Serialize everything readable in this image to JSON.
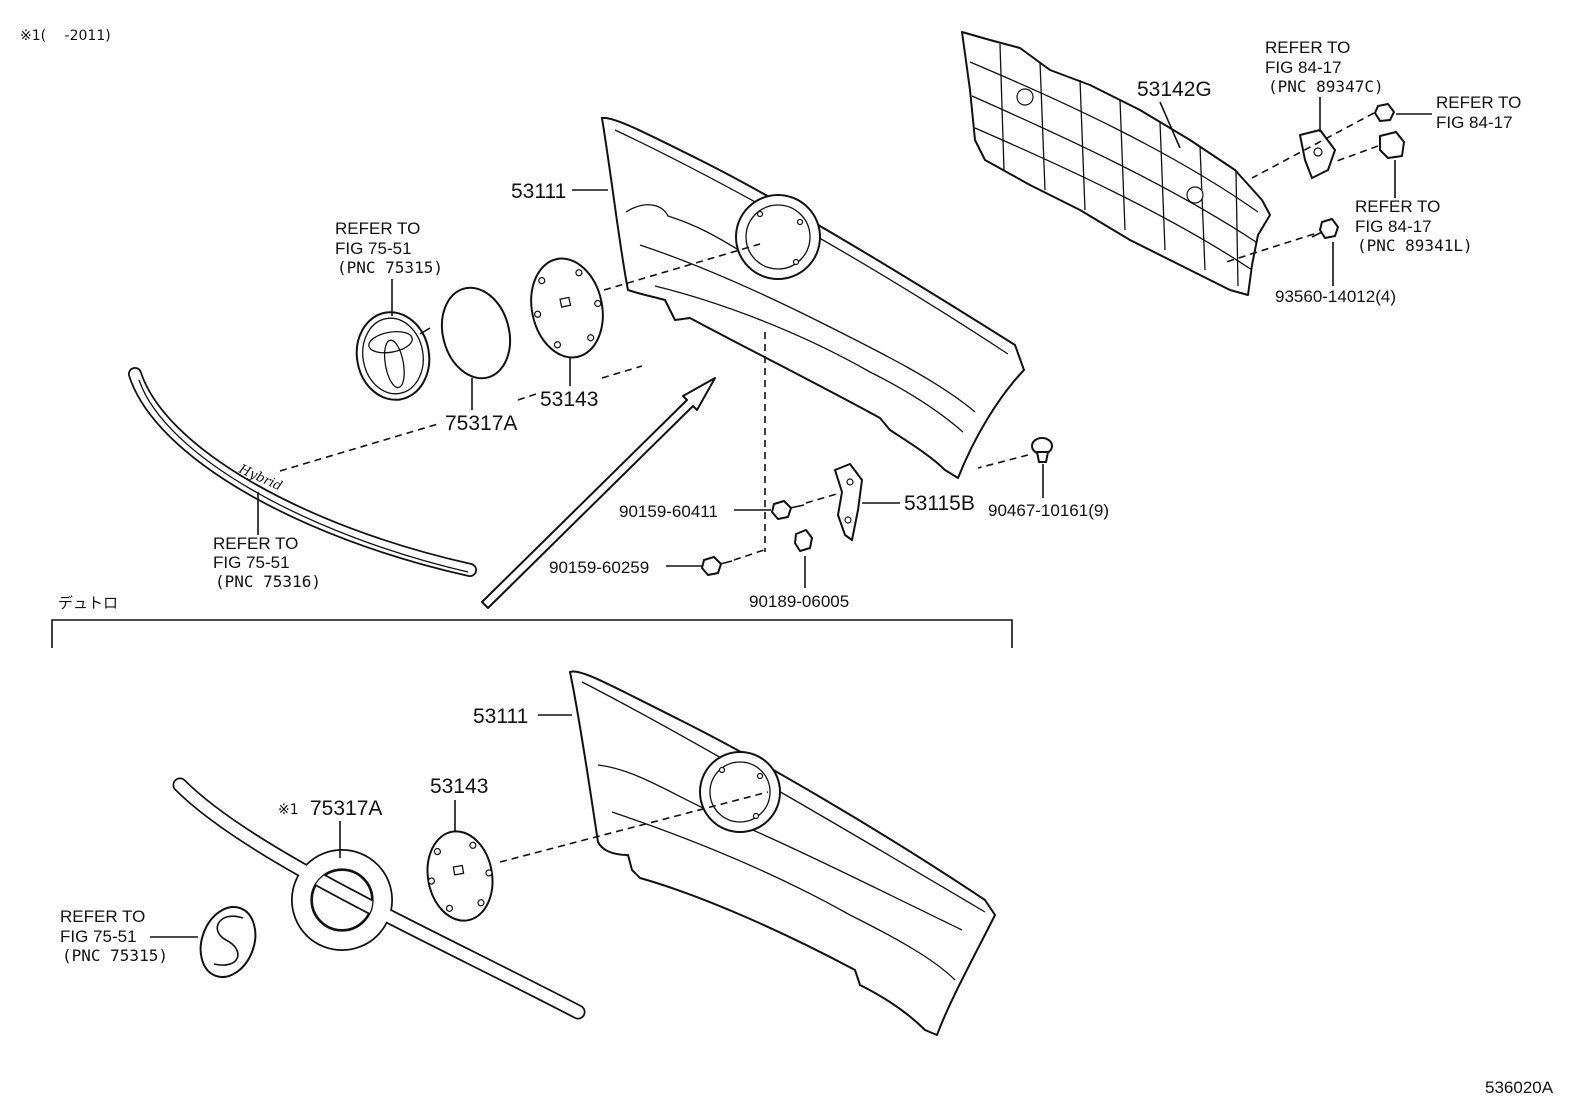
{
  "note": {
    "variant": "※1(　 -2011)"
  },
  "section": {
    "label": "デュトロ"
  },
  "figure_number": "536020A",
  "upper": {
    "grille": {
      "part": "53111"
    },
    "emblem_ref": {
      "l1": "REFER TO",
      "l2": "FIG 75-51",
      "l3": "(PNC 75315)"
    },
    "emblem_disk": {
      "part": "75317A"
    },
    "cover": {
      "part": "53143"
    },
    "molding_ref": {
      "l1": "REFER TO",
      "l2": "FIG 75-51",
      "l3": "(PNC 75316)"
    },
    "molding_lettering": "Hybrid",
    "bolt_a": {
      "part": "90159-60411"
    },
    "bracket": {
      "part": "53115B"
    },
    "clip": {
      "part": "90467-10161(9)"
    },
    "bolt_b": {
      "part": "90159-60259"
    },
    "nut": {
      "part": "90189-06005"
    },
    "frame": {
      "part": "53142G"
    },
    "sensor_ref_1": {
      "l1": "REFER TO",
      "l2": "FIG 84-17",
      "l3": "(PNC 89347C)"
    },
    "sensor_ref_2": {
      "l1": "REFER TO",
      "l2": "FIG 84-17"
    },
    "sensor_ref_3": {
      "l1": "REFER TO",
      "l2": "FIG 84-17",
      "l3": "(PNC 89341L)"
    },
    "screw": {
      "part": "93560-14012(4)"
    }
  },
  "lower": {
    "grille": {
      "part": "53111"
    },
    "cover": {
      "part": "53143"
    },
    "emblem_disk": {
      "mark": "※1",
      "part": "75317A"
    },
    "emblem_ref": {
      "l1": "REFER TO",
      "l2": "FIG 75-51",
      "l3": "(PNC 75315)"
    }
  }
}
